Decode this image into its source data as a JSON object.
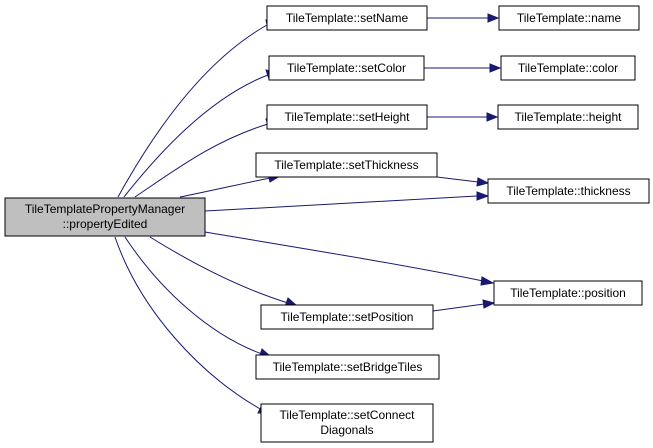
{
  "diagram": {
    "root": {
      "line1": "TileTemplatePropertyManager",
      "line2": "::propertyEdited",
      "fill": "#bfbfbf"
    },
    "nodes": {
      "setName": "TileTemplate::setName",
      "name": "TileTemplate::name",
      "setColor": "TileTemplate::setColor",
      "color": "TileTemplate::color",
      "setHeight": "TileTemplate::setHeight",
      "height": "TileTemplate::height",
      "setThickness": "TileTemplate::setThickness",
      "thickness": "TileTemplate::thickness",
      "position": "TileTemplate::position",
      "setPosition": "TileTemplate::setPosition",
      "setBridgeTiles": "TileTemplate::setBridgeTiles",
      "setConnectLine1": "TileTemplate::setConnect",
      "setConnectLine2": "Diagonals"
    },
    "edges": [
      {
        "from": "root",
        "to": "setName"
      },
      {
        "from": "root",
        "to": "setColor"
      },
      {
        "from": "root",
        "to": "setHeight"
      },
      {
        "from": "root",
        "to": "setThickness"
      },
      {
        "from": "root",
        "to": "thickness"
      },
      {
        "from": "root",
        "to": "position"
      },
      {
        "from": "root",
        "to": "setPosition"
      },
      {
        "from": "root",
        "to": "setBridgeTiles"
      },
      {
        "from": "root",
        "to": "setConnectDiagonals"
      },
      {
        "from": "setName",
        "to": "name"
      },
      {
        "from": "setColor",
        "to": "color"
      },
      {
        "from": "setHeight",
        "to": "height"
      },
      {
        "from": "setThickness",
        "to": "thickness"
      },
      {
        "from": "setPosition",
        "to": "position"
      }
    ],
    "colors": {
      "edge": "#191970",
      "node_fill": "#ffffff",
      "root_fill": "#bfbfbf",
      "border": "#000000"
    }
  }
}
